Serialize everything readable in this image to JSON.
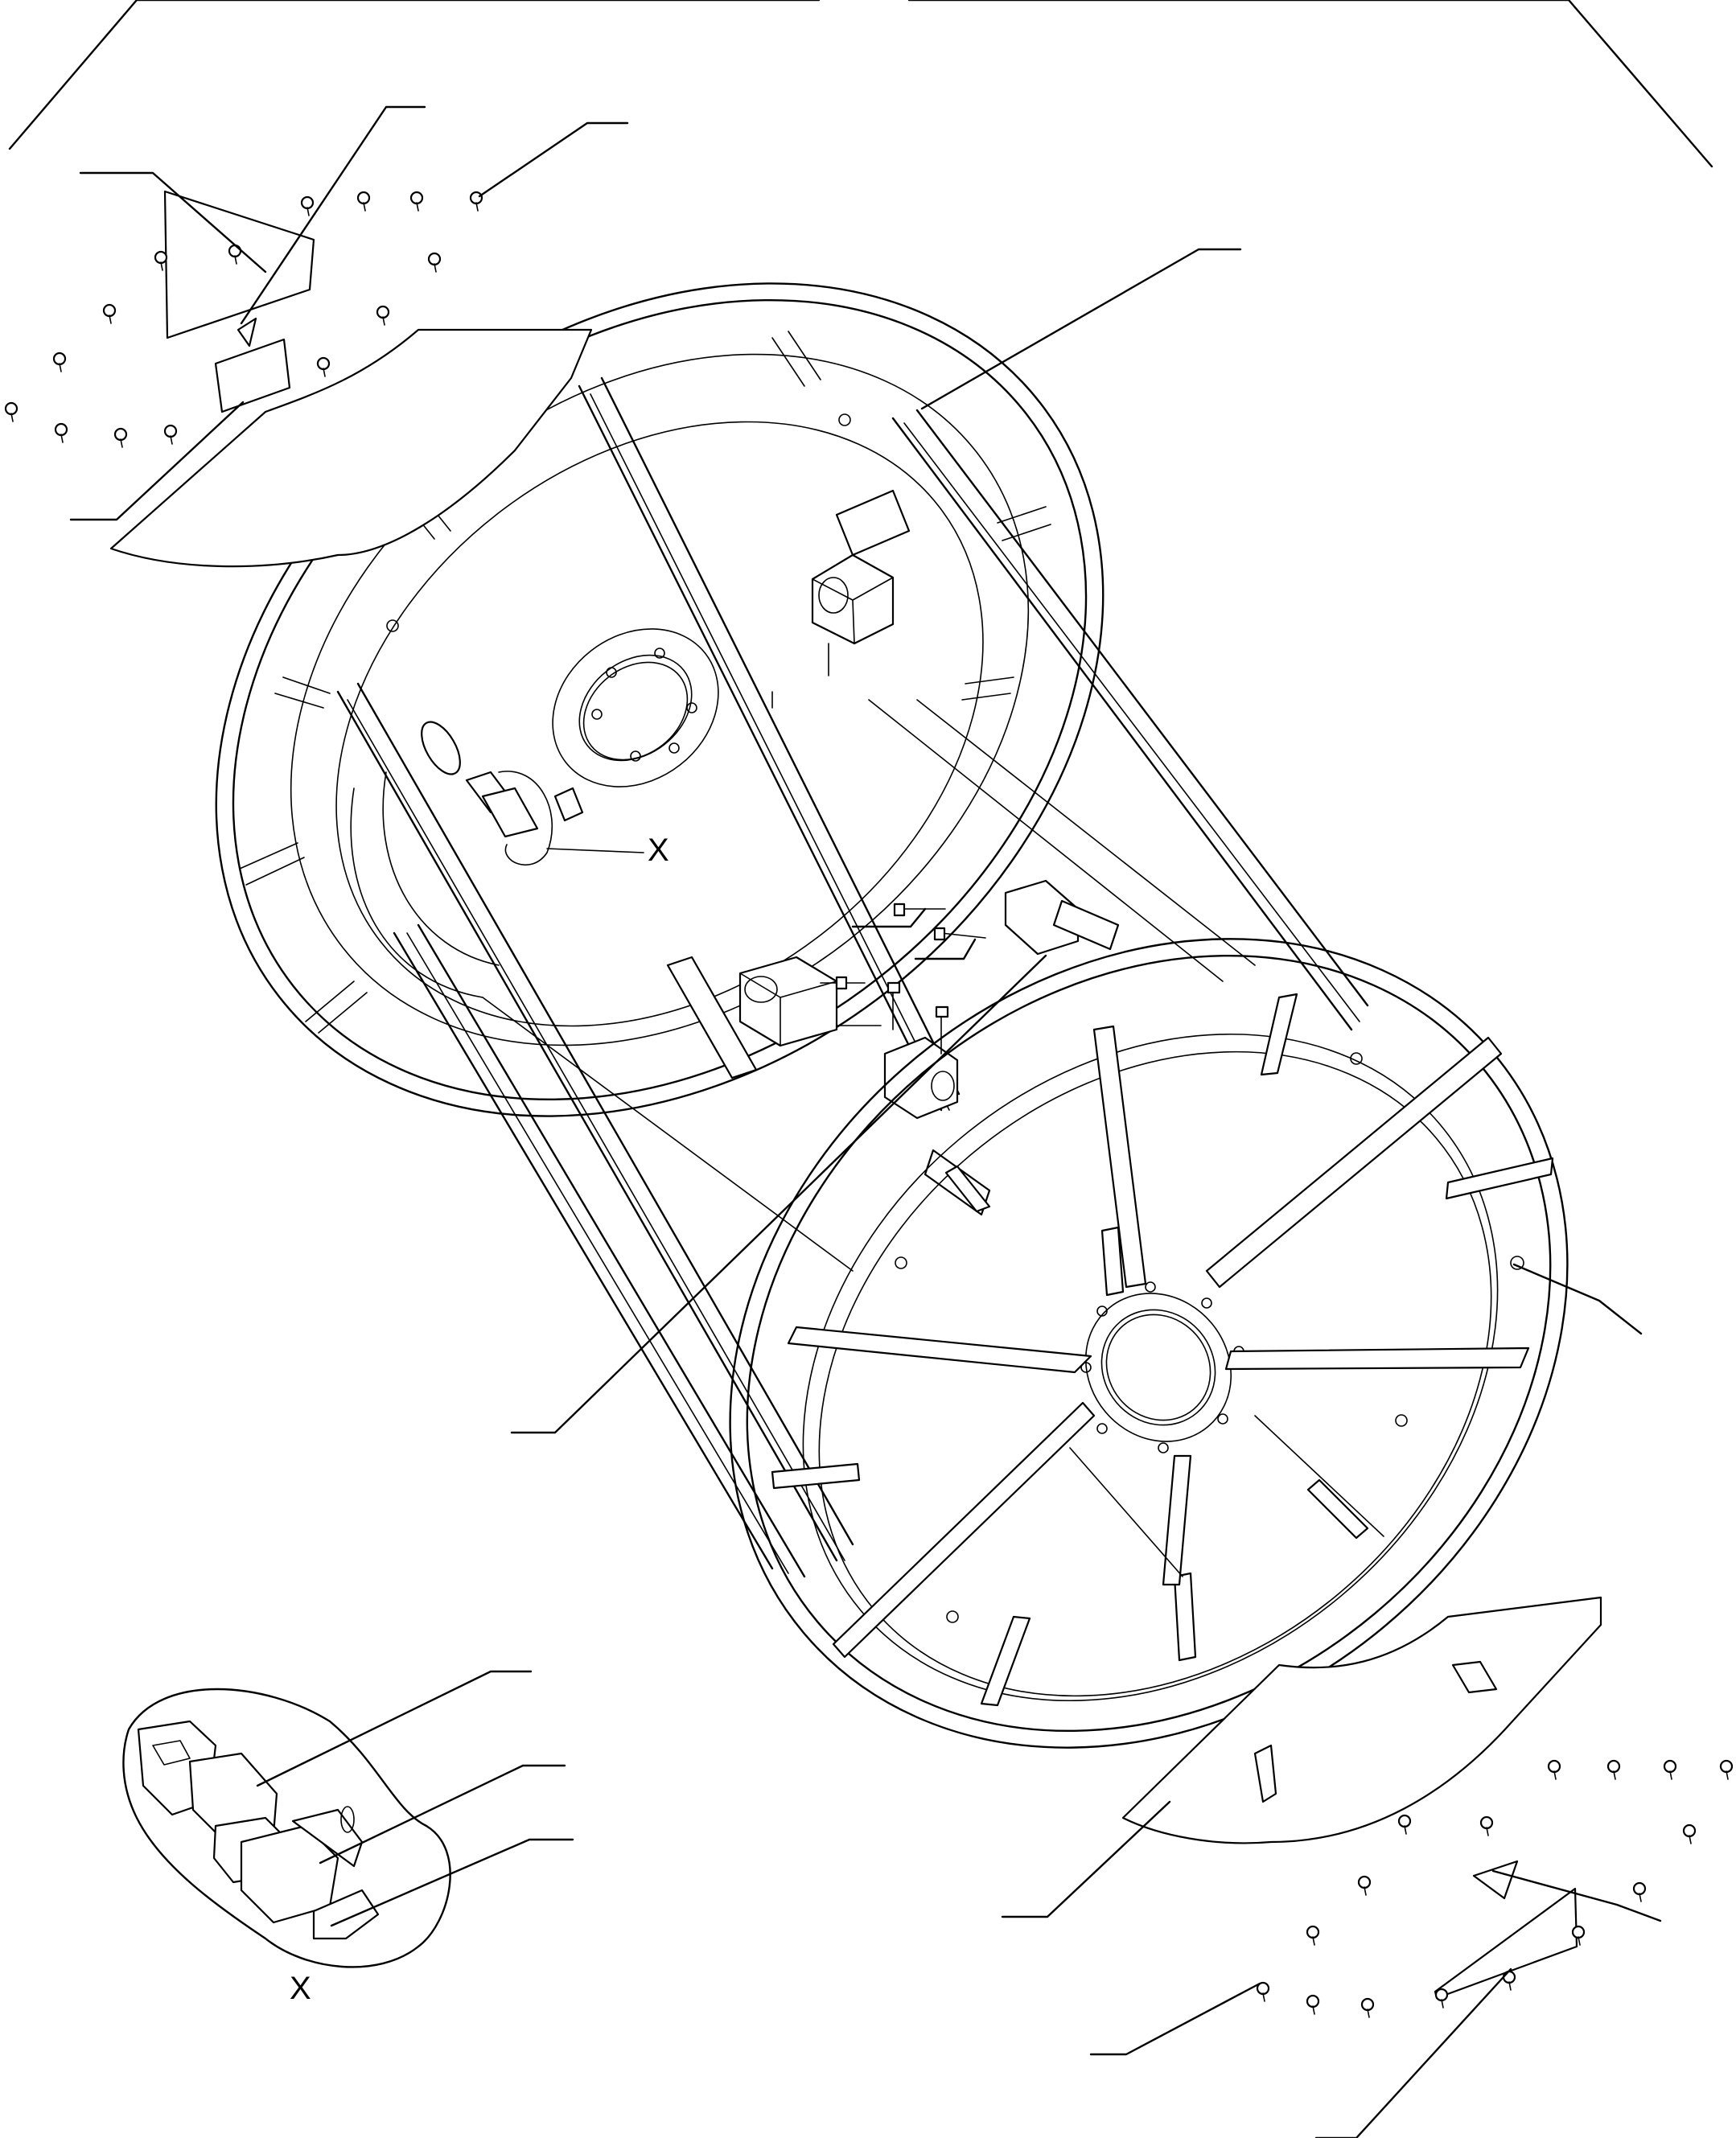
{
  "drawing": {
    "type": "exploded-assembly-line-drawing",
    "detail_marker": "X",
    "detail_callout_label": "X"
  }
}
